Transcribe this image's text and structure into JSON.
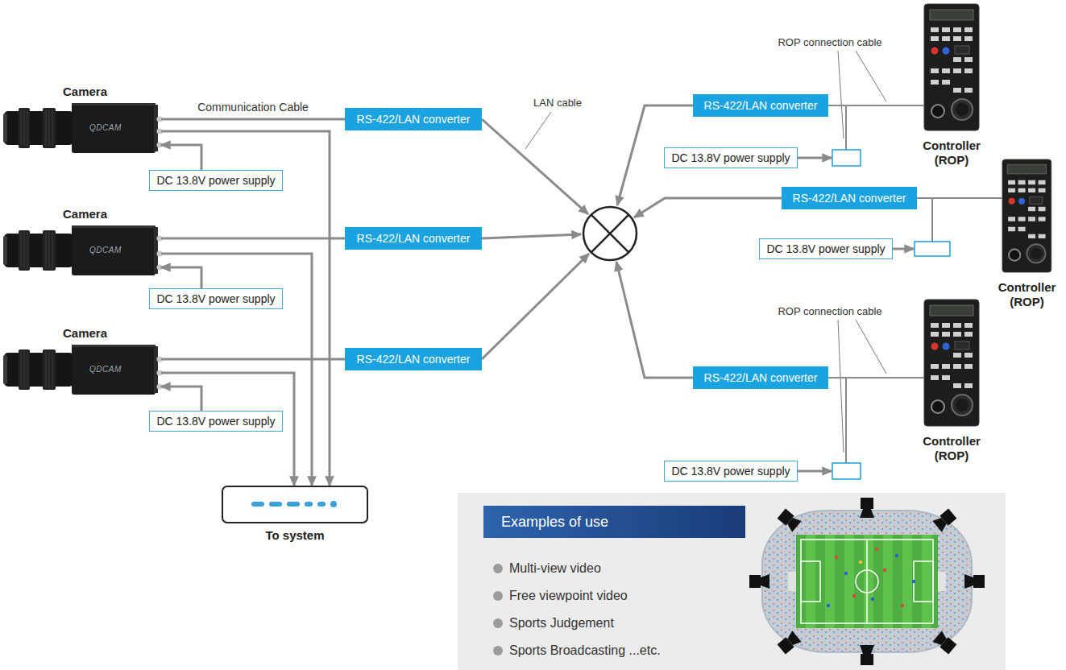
{
  "diagram": {
    "nodes": [
      {
        "text": [
          "Camera",
          "QDCAM"
        ]
      },
      {
        "text": [
          "RS-422/LAN converter"
        ]
      },
      {
        "text": [
          "DC 13.8V power supply"
        ]
      },
      {
        "text": [
          "Camera",
          "QDCAM"
        ]
      },
      {
        "text": [
          "RS-422/LAN converter"
        ]
      },
      {
        "text": [
          "DC 13.8V power supply"
        ]
      },
      {
        "text": [
          "Camera",
          "QDCAM"
        ]
      },
      {
        "text": [
          "RS-422/LAN converter"
        ]
      },
      {
        "text": [
          "DC 13.8V power supply"
        ]
      },
      {
        "text": [
          "To system"
        ]
      },
      {
        "text": [
          "RS-422/LAN converter"
        ]
      },
      {
        "text": [
          "DC 13.8V power supply"
        ]
      },
      {
        "text": [
          "Controller (ROP)"
        ]
      },
      {
        "text": [
          "RS-422/LAN converter"
        ]
      },
      {
        "text": [
          "DC 13.8V power supply"
        ]
      },
      {
        "text": [
          "Controller (ROP)"
        ]
      },
      {
        "text": [
          "RS-422/LAN converter"
        ]
      },
      {
        "text": [
          "DC 13.8V power supply"
        ]
      },
      {
        "text": [
          "Controller (ROP)"
        ]
      },
      {
        "text": [
          "Multi-view video",
          "Free viewpoint video",
          "Sports Judgement",
          "Sports Broadcasting ...etc."
        ]
      },
      {
        "text": [
          "Examples of use"
        ],
        "in": 19
      }
    ],
    "edges": [
      {
        "from": 0,
        "to": 1,
        "arrow": "none",
        "label": "Communication Cable"
      },
      {
        "from": 2,
        "to": 0,
        "arrow": "to"
      },
      {
        "from": 0,
        "to": 9,
        "arrow": "to"
      },
      {
        "from": 3,
        "to": 4,
        "arrow": "none"
      },
      {
        "from": 5,
        "to": 3,
        "arrow": "to"
      },
      {
        "from": 3,
        "to": 9,
        "arrow": "to"
      },
      {
        "from": 6,
        "to": 7,
        "arrow": "none"
      },
      {
        "from": 8,
        "to": 6,
        "arrow": "to"
      },
      {
        "from": 6,
        "to": 9,
        "arrow": "to"
      },
      {
        "from": 10,
        "to": 12,
        "arrow": "none"
      },
      {
        "from": 13,
        "to": 15,
        "arrow": "none"
      },
      {
        "from": 16,
        "to": 18,
        "arrow": "none"
      }
    ],
    "labels": [
      "LAN cable",
      "ROP connection cable",
      "ROP connection cable"
    ]
  }
}
